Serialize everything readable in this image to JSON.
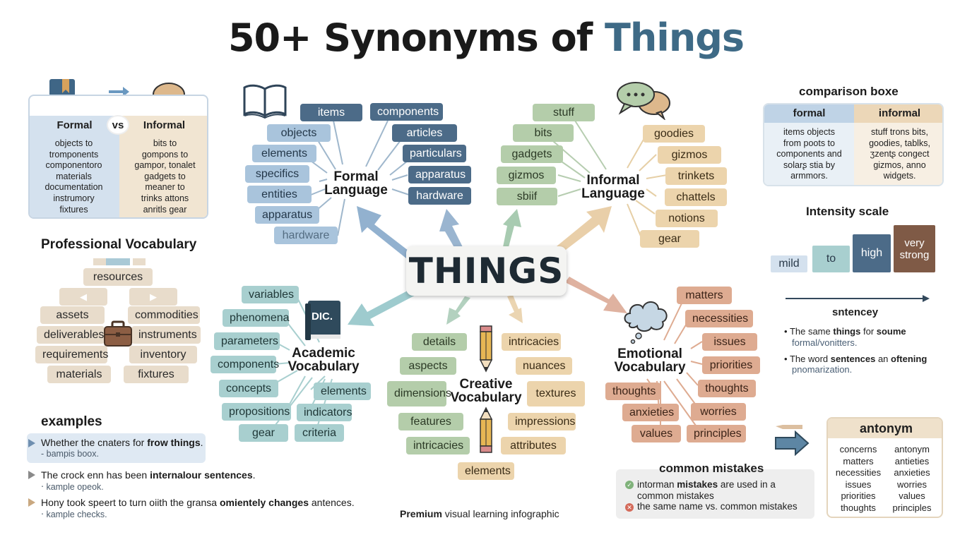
{
  "title": {
    "prefix": "50+ Synonyms of",
    "highlight": "Things"
  },
  "center_word": "THINGS",
  "formal_informal_card": {
    "formal_label": "Formal",
    "vs_label": "vs",
    "informal_label": "Informal",
    "formal_lines": [
      "objects to",
      "tromponents",
      "componentoro",
      "materials",
      "documentation",
      "instrumory",
      "fixtures"
    ],
    "informal_lines": [
      "bits to",
      "gompons to",
      "gampor, tonalet",
      "gadgets to",
      "meaner to",
      "trinks attons",
      "anritls gear"
    ]
  },
  "professional": {
    "heading": "Professional Vocabulary",
    "center": "resources",
    "left": [
      "assets",
      "deliverables",
      "requirements",
      "materials"
    ],
    "right": [
      "commodities",
      "instruments",
      "inventory",
      "fixtures"
    ]
  },
  "examples": {
    "heading": "examples",
    "items": [
      {
        "before": "Whether the cnaters for ",
        "bold": "frow things",
        "after": ".",
        "sub": "- bampis boox."
      },
      {
        "before": "The crock enn has been ",
        "bold": "internalour sentences",
        "after": ".",
        "sub": "‧ kample opeok."
      },
      {
        "before": "Hony took speert to turn oiith the gransa ",
        "bold": "omientely changes",
        "after": " antences.",
        "sub": "‧ kample checks."
      }
    ]
  },
  "formal_language": {
    "title": "Formal Language",
    "left": [
      "items",
      "objects",
      "elements",
      "specifics",
      "entities",
      "apparatus",
      "hardware"
    ],
    "right": [
      "components",
      "articles",
      "particulars",
      "apparatus",
      "hardware"
    ]
  },
  "informal_language": {
    "title": "Informal Language",
    "left": [
      "stuff",
      "bits",
      "gadgets",
      "gizmos",
      "sbiif"
    ],
    "right": [
      "goodies",
      "gizmos",
      "trinkets",
      "chattels",
      "notions",
      "gear"
    ]
  },
  "academic": {
    "title": "Academic Vocabulary",
    "book_label": "DIC.",
    "left": [
      "variables",
      "phenomena",
      "parameters",
      "components",
      "concepts",
      "propositions",
      "gear"
    ],
    "right": [
      "elements",
      "indicators",
      "criteria"
    ]
  },
  "creative": {
    "title": "Creative Vocabulary",
    "left": [
      "details",
      "aspects",
      "dimensions",
      "features",
      "intricacies"
    ],
    "right": [
      "intricacies",
      "nuances",
      "textures",
      "impressions",
      "attributes"
    ],
    "bottom": "elements"
  },
  "emotional": {
    "title": "Emotional Vocabulary",
    "right": [
      "matters",
      "necessities",
      "issues",
      "priorities",
      "thoughts",
      "worries",
      "principles"
    ],
    "left": [
      "thoughts",
      "anxieties",
      "values"
    ]
  },
  "comparison": {
    "heading": "comparison boxe",
    "formal_label": "formal",
    "informal_label": "informal",
    "formal_lines": [
      "items objects",
      "from poots to",
      "components and",
      "solarʂ stia by",
      "armmors."
    ],
    "informal_lines": [
      "stuff trons bits,",
      "goodies, tablks,",
      "ʒzentʂ congect",
      "gizmos, anno",
      "widgets."
    ]
  },
  "intensity": {
    "heading": "Intensity scale",
    "levels": [
      "mild",
      "to",
      "high",
      "very strong"
    ]
  },
  "sentences": {
    "heading": "sntencey",
    "items": [
      {
        "before": "The same ",
        "b1": "things",
        "mid": " for ",
        "b2": "soume",
        "after": "",
        "sub": "formal/vonitters."
      },
      {
        "before": "The word ",
        "b1": "sentences",
        "mid": " an ",
        "b2": "oftening",
        "after": "",
        "sub": "pnomarization."
      }
    ]
  },
  "mistakes": {
    "heading": "common mistakes",
    "good": {
      "before": "intorman ",
      "bold": "mistakes",
      "after": " are used in a",
      "line2": "common mistakes"
    },
    "bad": "the same name vs. common mistakes"
  },
  "antonym": {
    "heading": "antonym",
    "left": [
      "concerns",
      "matters",
      "necessities",
      "issues",
      "priorities",
      "thoughts"
    ],
    "right": [
      "antonym",
      "antieties",
      "anxieties",
      "worries",
      "values",
      "principles"
    ]
  },
  "footer": {
    "bold": "Premium",
    "rest": " visual learning infographic"
  },
  "colors": {
    "accent_blue": "#3e6a86",
    "formal_light": "#a9c4dc",
    "formal_dark": "#4c6b88",
    "informal_green": "#b4cdaa",
    "informal_sand": "#ecd4ac",
    "emotional_rose": "#deab91",
    "academic_teal": "#a8cfcf",
    "professional_beige": "#e8dccb",
    "intensity_mild": "#d4e1ee",
    "intensity_to": "#a8cfcf",
    "intensity_high": "#4c6b88",
    "intensity_very_strong": "#7f5a46"
  },
  "icons": [
    "book-icon",
    "swap-arrows-icon",
    "speech-bubble-icon",
    "open-book-icon",
    "chat-bubbles-icon",
    "briefcase-icon",
    "dictionary-icon",
    "pencil-icon",
    "thought-cloud-icon",
    "arrow-right-icon",
    "check-icon",
    "cross-icon",
    "triangle-bullet-icon"
  ]
}
